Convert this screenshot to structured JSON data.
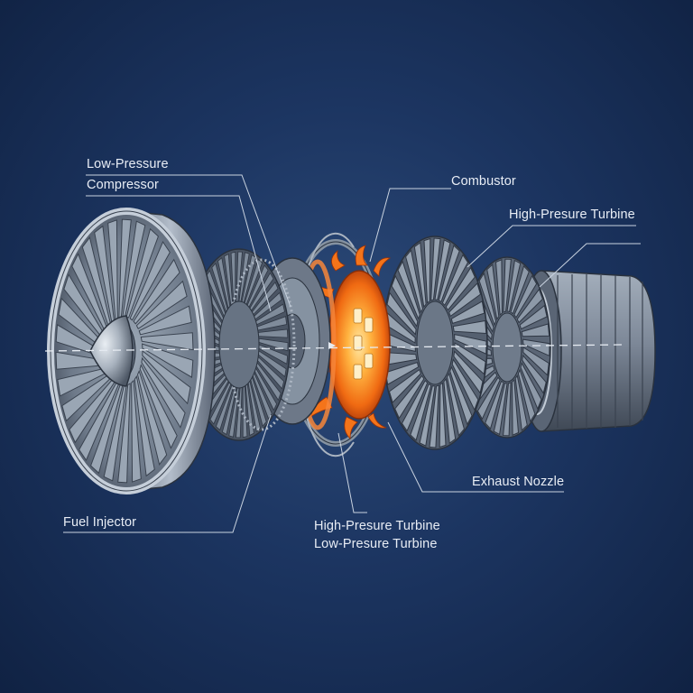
{
  "diagram": {
    "labels": {
      "lp_compressor_line1": "Low-Pressure",
      "lp_compressor_line2": "Compressor",
      "combustor": "Combustor",
      "hp_turbine_top": "High-Presure Turbine",
      "fuel_injector": "Fuel Injector",
      "exhaust_nozzle": "Exhaust Nozzle",
      "hp_turbine_bottom": "High-Presure Turbine",
      "lp_turbine_bottom": "Low-Presure Turbine"
    },
    "colors": {
      "background": "#1c3561",
      "metal": "#8e9aa8",
      "metal_dark": "#4c5563",
      "flame": "#f07a1c",
      "leader_line": "#c9d3e0",
      "axis_line": "#e6ebf2"
    }
  }
}
